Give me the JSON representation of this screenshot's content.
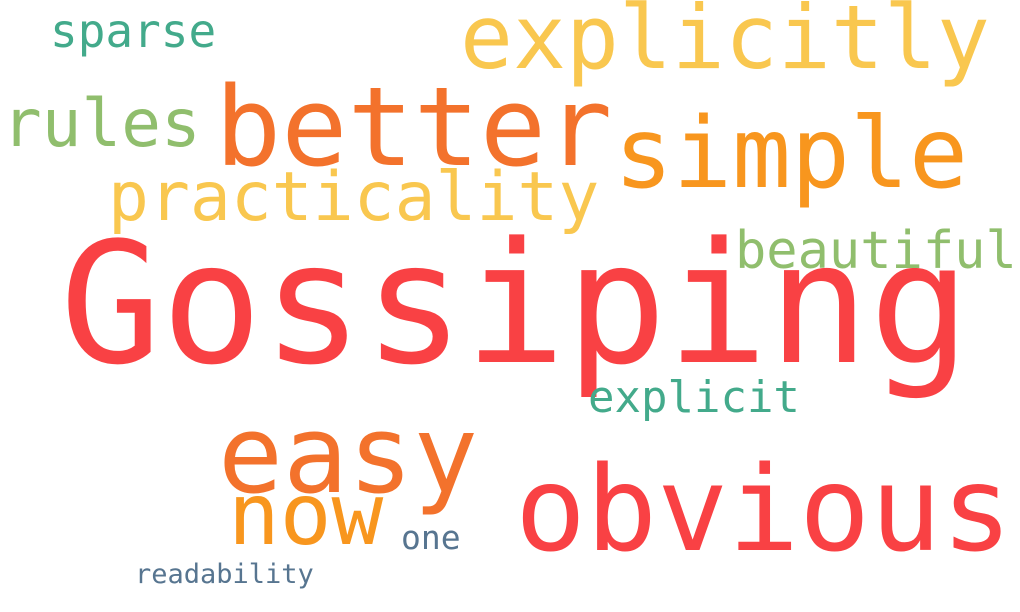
{
  "words": [
    {
      "key": "gossiping",
      "text": "Gossiping",
      "color": "#f94144"
    },
    {
      "key": "obvious",
      "text": "obvious",
      "color": "#f94144"
    },
    {
      "key": "better",
      "text": "better",
      "color": "#f3722c"
    },
    {
      "key": "easy",
      "text": "easy",
      "color": "#f3722c"
    },
    {
      "key": "simple",
      "text": "simple",
      "color": "#f8961e"
    },
    {
      "key": "now",
      "text": "now",
      "color": "#f8961e"
    },
    {
      "key": "explicitly",
      "text": "explicitly",
      "color": "#f9c74f"
    },
    {
      "key": "practicality",
      "text": "practicality",
      "color": "#f9c74f"
    },
    {
      "key": "rules",
      "text": "rules",
      "color": "#90be6d"
    },
    {
      "key": "beautiful",
      "text": "beautiful",
      "color": "#90be6d"
    },
    {
      "key": "sparse",
      "text": "sparse",
      "color": "#43aa8b"
    },
    {
      "key": "explicit",
      "text": "explicit",
      "color": "#43aa8b"
    },
    {
      "key": "one",
      "text": "one",
      "color": "#577590"
    },
    {
      "key": "readability",
      "text": "readability",
      "color": "#577590"
    }
  ]
}
